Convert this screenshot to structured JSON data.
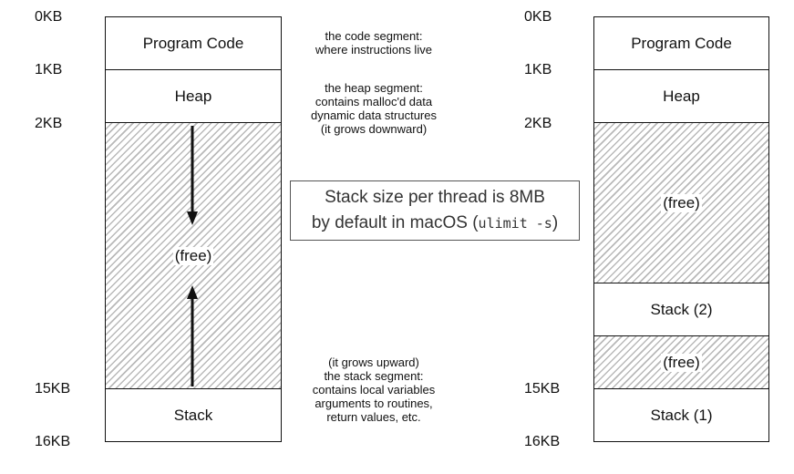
{
  "left_column": {
    "addresses": [
      "0KB",
      "1KB",
      "2KB",
      "15KB",
      "16KB"
    ],
    "segments": {
      "program_code": "Program Code",
      "heap": "Heap",
      "free": "(free)",
      "stack": "Stack"
    }
  },
  "right_column": {
    "addresses": [
      "0KB",
      "1KB",
      "2KB",
      "15KB",
      "16KB"
    ],
    "segments": {
      "program_code": "Program Code",
      "heap": "Heap",
      "free_top": "(free)",
      "stack2": "Stack (2)",
      "free_bottom": "(free)",
      "stack1": "Stack (1)"
    }
  },
  "annotations": {
    "code": [
      "the code segment:",
      "where instructions live"
    ],
    "heap": [
      "the heap segment:",
      "contains malloc'd data",
      "dynamic data structures",
      "(it grows downward)"
    ],
    "stack": [
      "(it grows upward)",
      "the stack segment:",
      "contains local variables",
      "arguments to routines,",
      "return values, etc."
    ]
  },
  "callout": {
    "line1": "Stack size per thread is 8MB",
    "line2_prefix": "by default in macOS (",
    "line2_code": "ulimit -s",
    "line2_suffix": ")"
  }
}
